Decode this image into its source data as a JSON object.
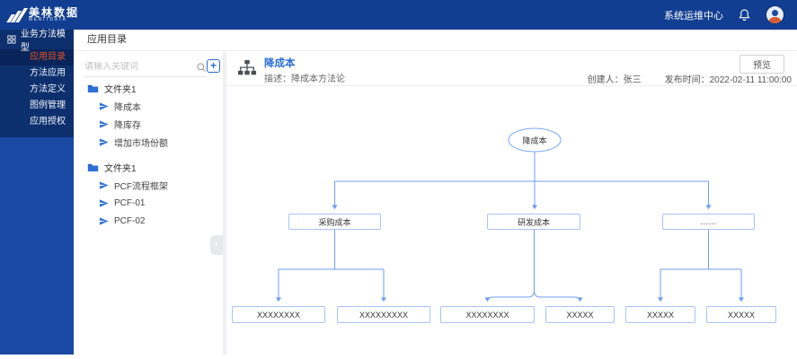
{
  "header": {
    "logo_title": "美林数据",
    "logo_subtitle": "MERITDATA",
    "ops_center": "系统运维中心"
  },
  "sidebar": {
    "root_label": "业务方法模型",
    "items": [
      {
        "label": "应用目录",
        "active": true
      },
      {
        "label": "方法应用",
        "active": false
      },
      {
        "label": "方法定义",
        "active": false
      },
      {
        "label": "图例管理",
        "active": false
      },
      {
        "label": "应用授权",
        "active": false
      }
    ]
  },
  "breadcrumb": "应用目录",
  "tree_panel": {
    "search_placeholder": "请输入关键词",
    "add_button": "+",
    "collapse_glyph": "‹",
    "groups": [
      {
        "label": "文件夹1",
        "items": [
          "降成本",
          "降库存",
          "增加市场份额"
        ]
      },
      {
        "label": "文件夹1",
        "items": [
          "PCF流程框架",
          "PCF-01",
          "PCF-02"
        ]
      }
    ]
  },
  "detail": {
    "title": "降成本",
    "description_label": "描述：",
    "description": "降成本方法论",
    "creator_label": "创建人：",
    "creator": "张三",
    "publish_label": "发布时间：",
    "publish_time": "2022-02-11 11:00:00",
    "preview_button": "预览"
  },
  "diagram": {
    "root": "降成本",
    "level2": [
      "采购成本",
      "研发成本",
      "……"
    ],
    "level3": [
      "XXXXXXXX",
      "XXXXXXXXX",
      "XXXXXXXX",
      "XXXXX",
      "XXXXX",
      "XXXXX"
    ]
  },
  "colors": {
    "header_blue": "#123e92",
    "menu_navy": "#0d2f6d",
    "active_orange": "#e0521d",
    "accent_blue": "#2b6cd4",
    "wire_blue": "#6f9df1"
  }
}
